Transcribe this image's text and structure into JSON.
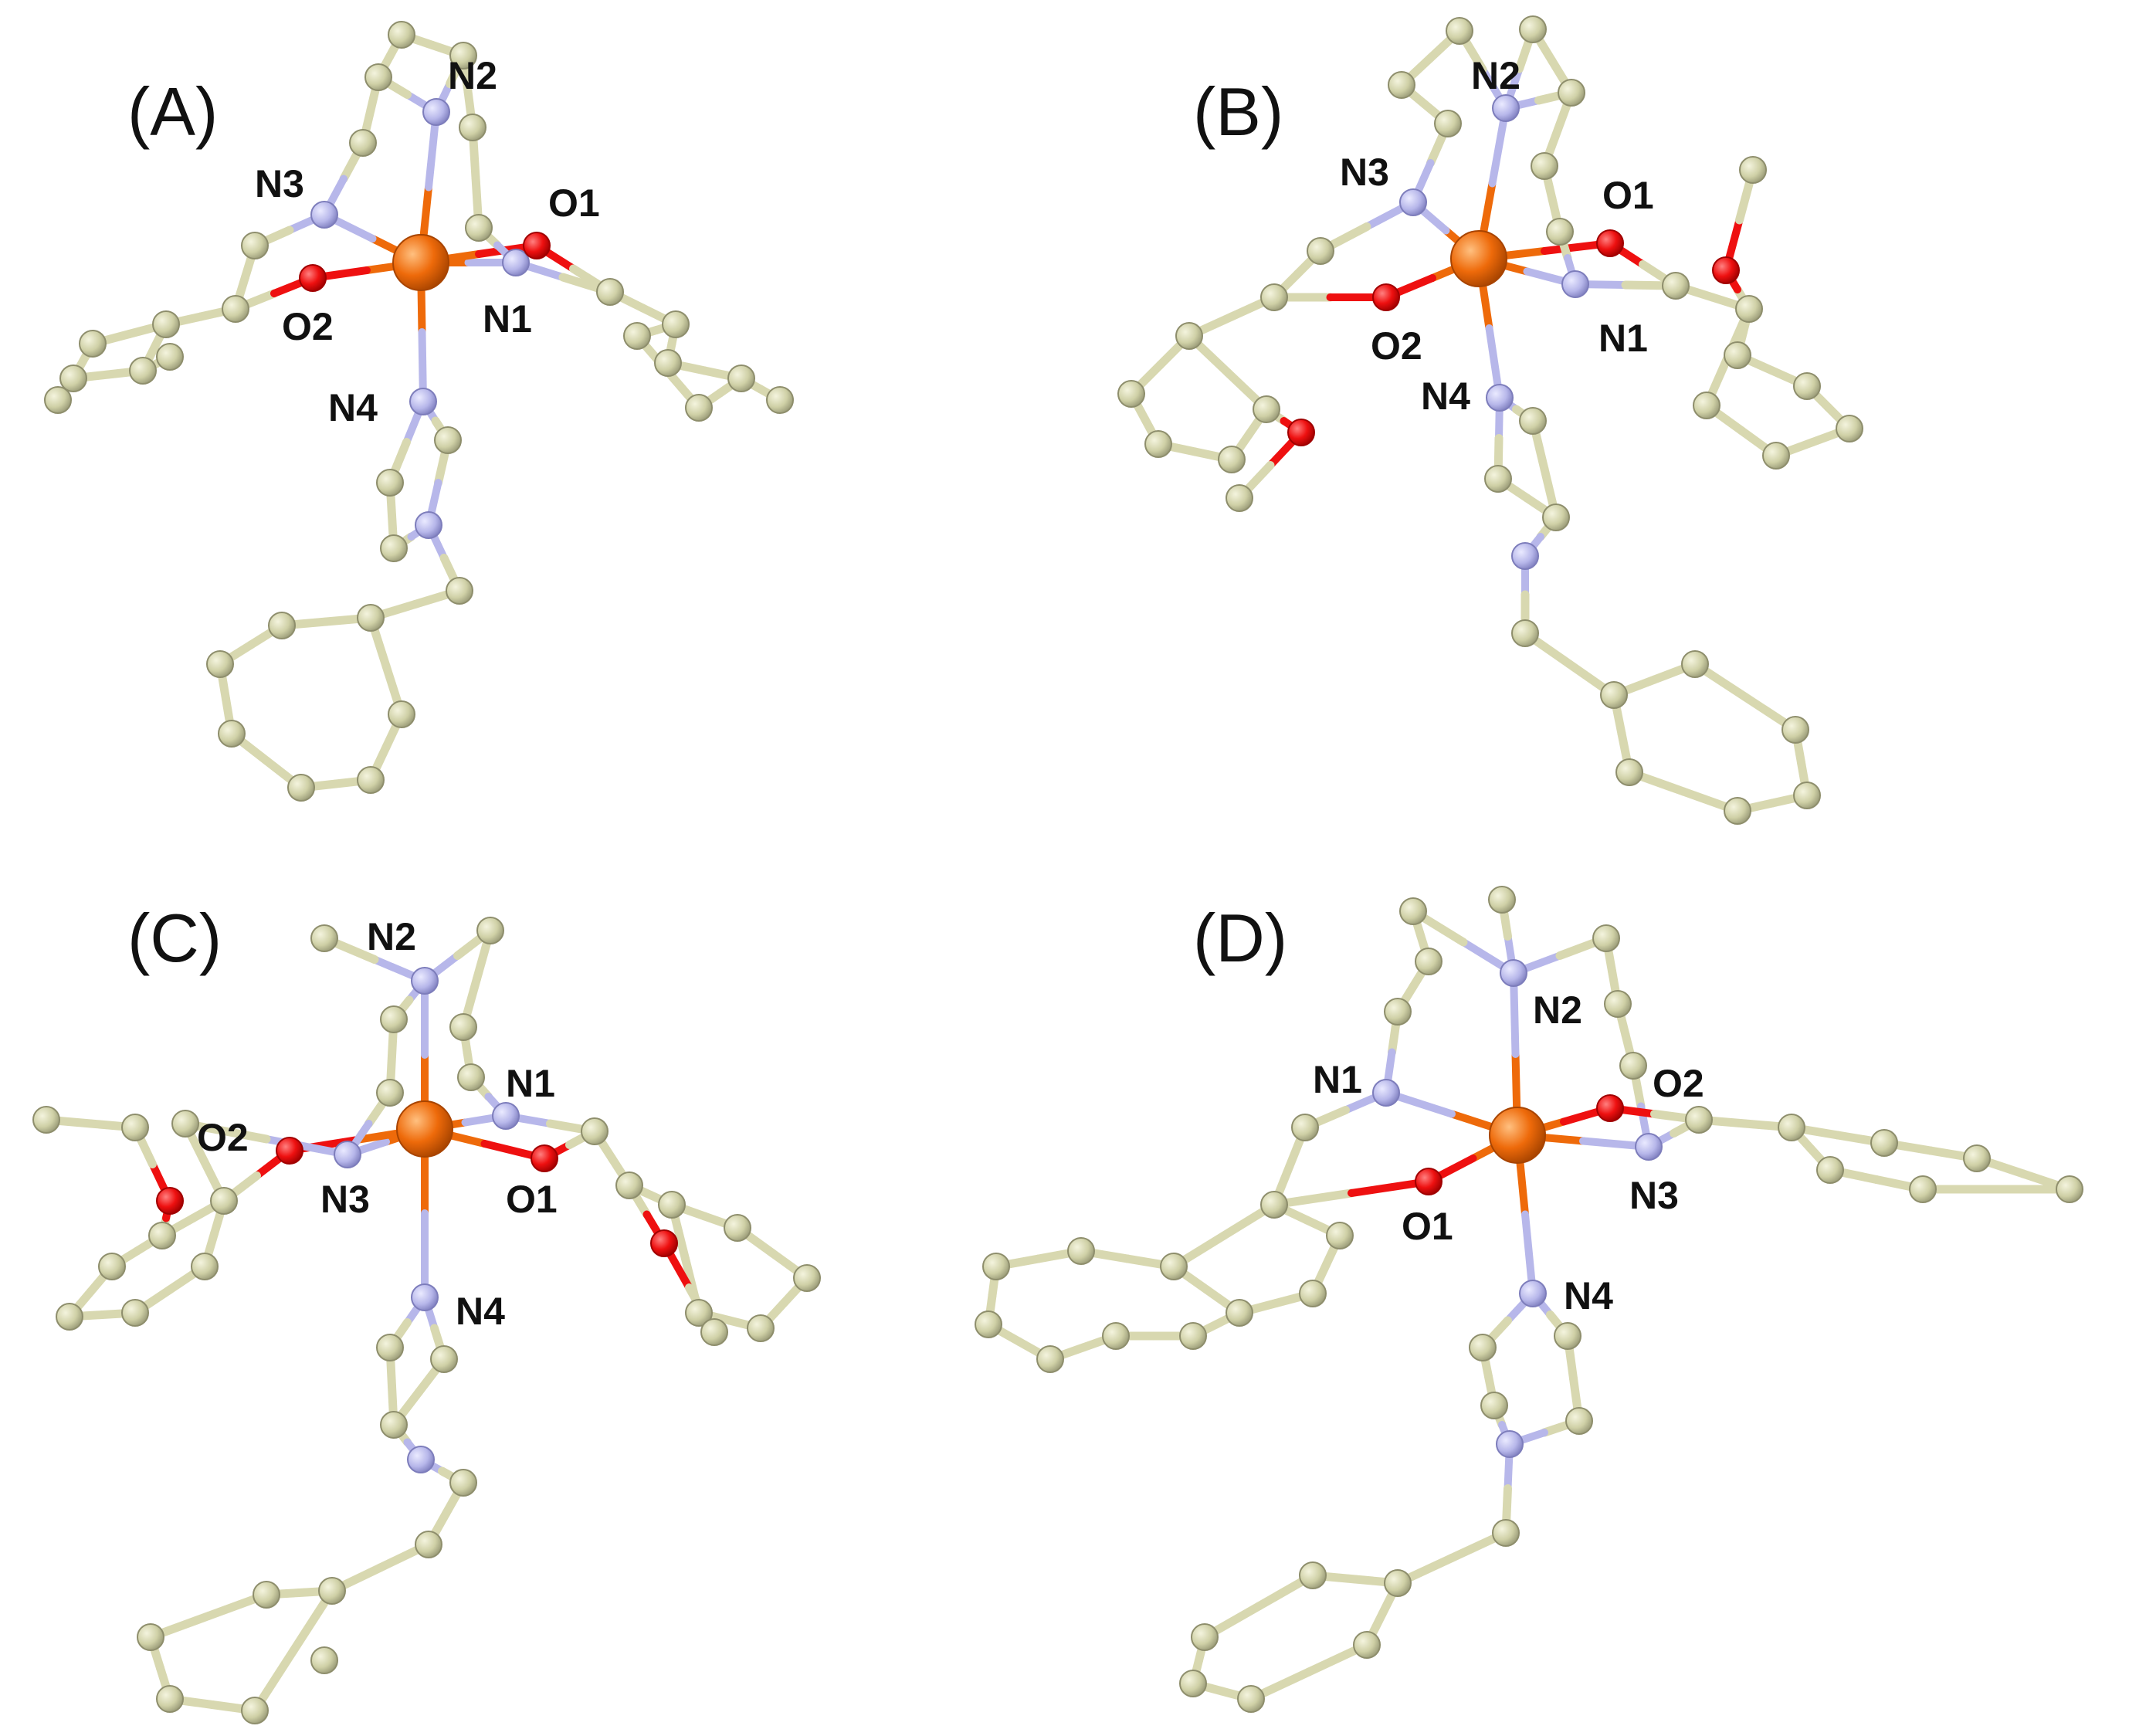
{
  "panels": [
    {
      "id": "A",
      "label": "(A)",
      "atom_labels": [
        "N2",
        "N3",
        "O1",
        "O2",
        "N1",
        "N4"
      ]
    },
    {
      "id": "B",
      "label": "(B)",
      "atom_labels": [
        "N2",
        "N3",
        "O1",
        "O2",
        "N1",
        "N4"
      ]
    },
    {
      "id": "C",
      "label": "(C)",
      "atom_labels": [
        "N2",
        "N1",
        "O2",
        "N3",
        "O1",
        "N4"
      ]
    },
    {
      "id": "D",
      "label": "(D)",
      "atom_labels": [
        "N2",
        "N1",
        "O2",
        "O1",
        "N3",
        "N4"
      ]
    }
  ],
  "colors": {
    "carbon": "#cfd0a6",
    "carbon_edge": "#8e8e6c",
    "nitrogen": "#b7b7ea",
    "nitrogen_edge": "#7d7dbb",
    "oxygen": "#ee1010",
    "oxygen_edge": "#a00000",
    "iron": "#ee6a0a",
    "iron_edge": "#a84400",
    "bond_carbon": "#d8d8b0"
  }
}
